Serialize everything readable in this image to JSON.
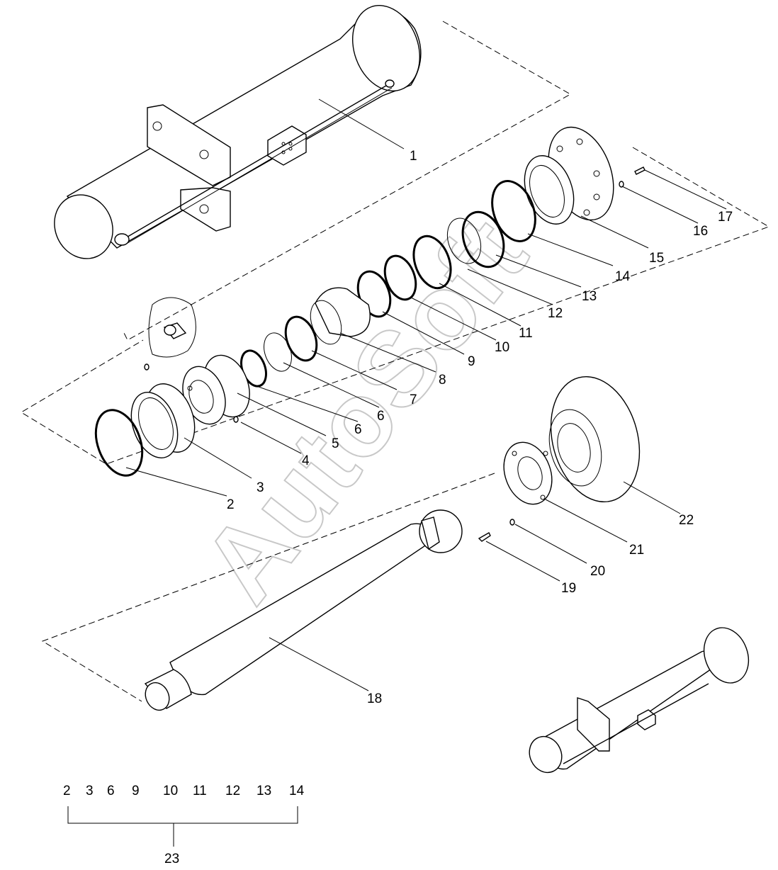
{
  "watermark": "AutoSoft",
  "callouts": [
    "1",
    "2",
    "3",
    "4",
    "5",
    "6",
    "6",
    "7",
    "8",
    "9",
    "10",
    "11",
    "12",
    "13",
    "14",
    "15",
    "16",
    "17",
    "18",
    "19",
    "20",
    "21",
    "22"
  ],
  "kit": {
    "members": [
      "2",
      "3",
      "6",
      "9",
      "10",
      "11",
      "12",
      "13",
      "14"
    ],
    "label": "23"
  }
}
